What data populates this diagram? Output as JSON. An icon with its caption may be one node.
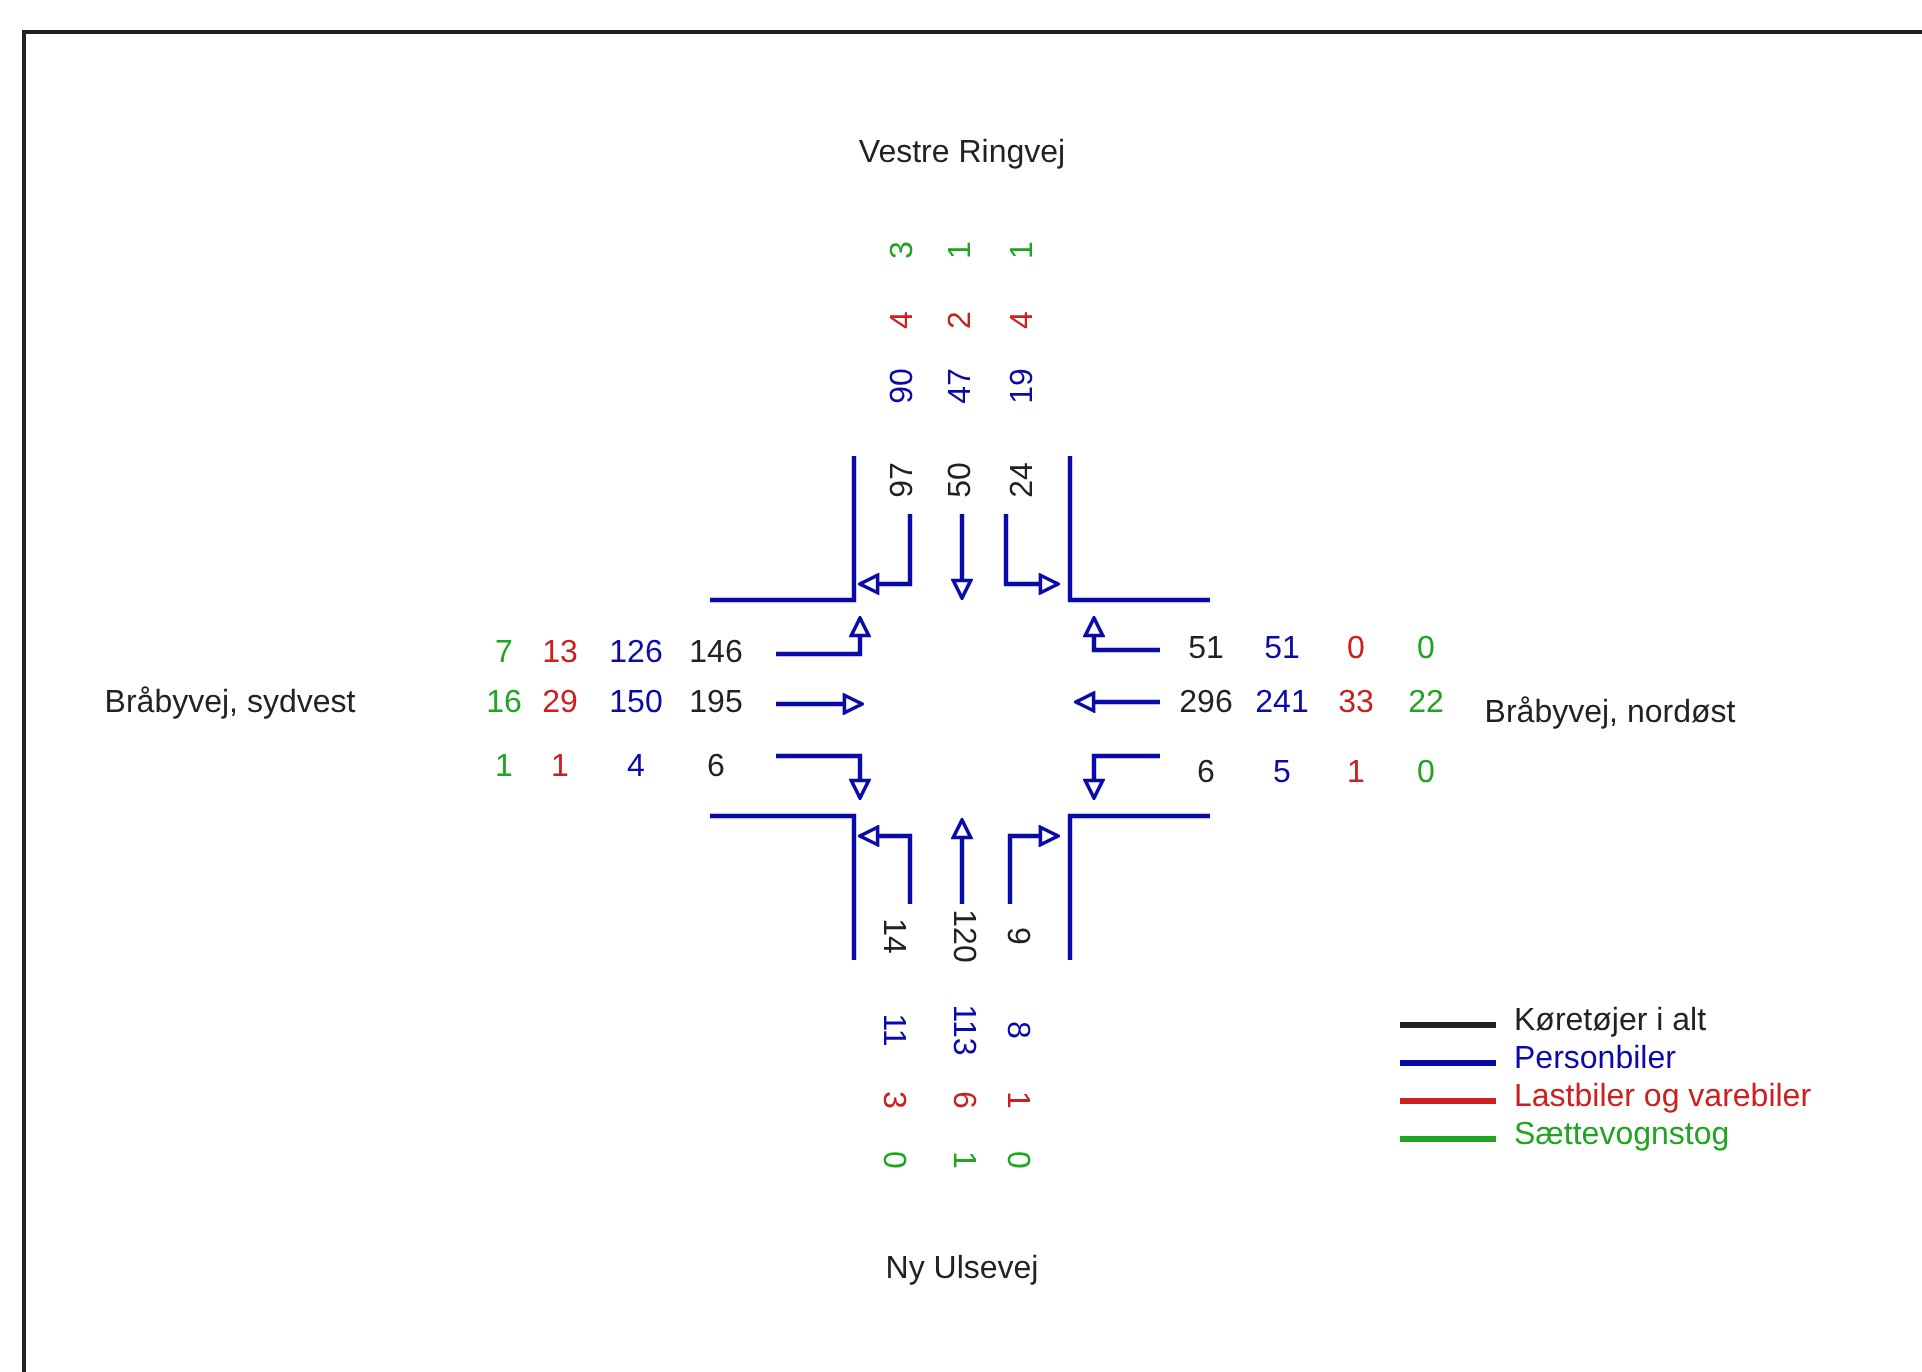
{
  "diagram": {
    "labels": [
      "Vestre Ringvej",
      "3",
      "1",
      "1",
      "4",
      "2",
      "4",
      "90",
      "47",
      "19",
      "97",
      "50",
      "24",
      "7",
      "13",
      "126",
      "146",
      "51",
      "51",
      "0",
      "0",
      "Bråbyvej, sydvest",
      "16",
      "29",
      "150",
      "195",
      "296",
      "241",
      "33",
      "22",
      "Bråbyvej, nordøst",
      "1",
      "1",
      "4",
      "6",
      "6",
      "5",
      "1",
      "0",
      "14",
      "120",
      "9",
      "11",
      "113",
      "8",
      "3",
      "6",
      "1",
      "0",
      "1",
      "0",
      "Ny Ulsevej"
    ],
    "legend": [
      {
        "text": "Køretøjer i alt",
        "color": "#222222"
      },
      {
        "text": "Personbiler",
        "color": "#0a0aa8"
      },
      {
        "text": "Lastbiler og varebiler",
        "color": "#cc1f1f"
      },
      {
        "text": "Sættevognstog",
        "color": "#1fa51f"
      }
    ]
  }
}
